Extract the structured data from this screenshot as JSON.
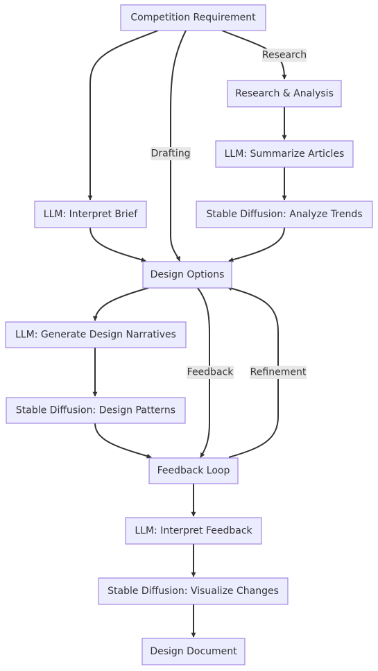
{
  "nodes": {
    "competition_requirement": "Competition Requirement",
    "research_analysis": "Research & Analysis",
    "llm_summarize": "LLM: Summarize Articles",
    "llm_interpret_brief": "LLM: Interpret Brief",
    "sd_analyze_trends": "Stable Diffusion: Analyze Trends",
    "design_options": "Design Options",
    "llm_generate_narratives": "LLM: Generate Design Narratives",
    "sd_design_patterns": "Stable Diffusion: Design Patterns",
    "feedback_loop": "Feedback Loop",
    "llm_interpret_feedback": "LLM: Interpret Feedback",
    "sd_visualize_changes": "Stable Diffusion: Visualize Changes",
    "design_document": "Design Document"
  },
  "edge_labels": {
    "research": "Research",
    "drafting": "Drafting",
    "feedback": "Feedback",
    "refinement": "Refinement"
  },
  "colors": {
    "node_fill": "#ECECFF",
    "node_stroke": "#9370DB",
    "edge": "#333333",
    "label_bg": "#E8E8E8",
    "text": "#333333"
  }
}
